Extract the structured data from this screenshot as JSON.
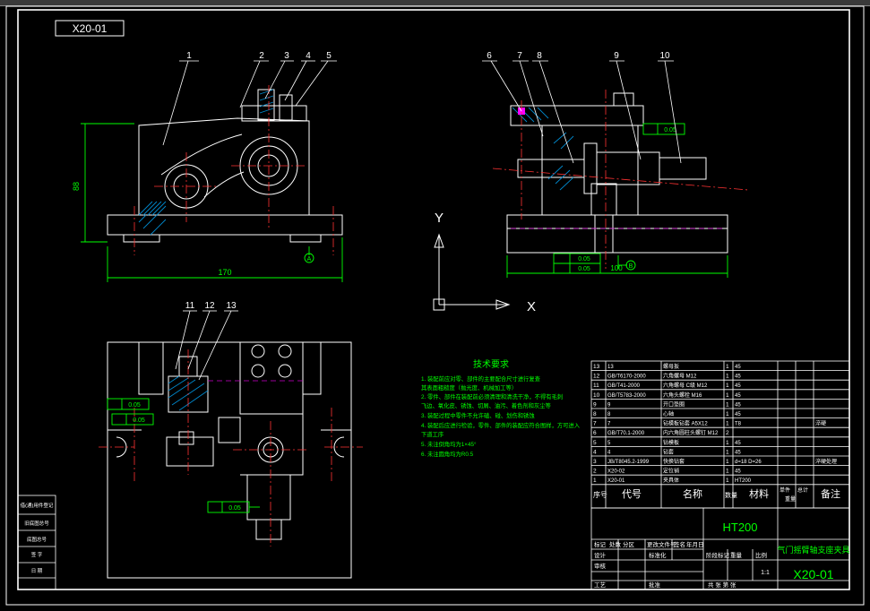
{
  "drawing": {
    "code_tag": "X20-01",
    "code_bottom": "X20-01",
    "title": "气门摇臂轴支座夹具",
    "material": "HT200",
    "scale": "1:1"
  },
  "balloons": [
    "1",
    "2",
    "3",
    "4",
    "5",
    "6",
    "7",
    "8",
    "9",
    "10",
    "11",
    "12",
    "13"
  ],
  "dimensions": {
    "height_left": "88",
    "width_left": "170",
    "width_right": "100",
    "flatness_val_1": "0.05",
    "flatness_val_2": "0.05",
    "tol_1": "0.05",
    "tol_2": "0.05",
    "tol_3": "0.05",
    "tol_4": "0.05",
    "datum_a": "A",
    "datum_b": "B"
  },
  "axes": {
    "y": "Y",
    "x": "X"
  },
  "tech": {
    "heading": "技术要求",
    "lines": [
      "1. 装配前应对零、部件的主要配合尺寸进行复查",
      "   其表面粗糙度（抛光度、机械加工等）",
      "2. 零件、部件在装配前必须清理和清洗干净，不得有毛刺",
      "   飞边、氧化皮、锈蚀、切屑、油污、着色剂和灰尘等",
      "3. 装配过程中零件不允许磕、碰、划伤和锈蚀",
      "4. 装配后应进行检验，零件、部件的装配应符合图样，方可进入",
      "   下道工序",
      "5. 未注倒角均为1×45°",
      "6. 未注圆角均为R0.5"
    ]
  },
  "bom": {
    "rows": [
      {
        "no": "13",
        "code": "13",
        "name": "螺母扳",
        "qty": "1",
        "mat": "45",
        "note": ""
      },
      {
        "no": "12",
        "code": "GB/T6170-2000",
        "name": "六角螺母 M12",
        "qty": "1",
        "mat": "45",
        "note": ""
      },
      {
        "no": "11",
        "code": "GB/T41-2000",
        "name": "六角螺母 C级 M12",
        "qty": "1",
        "mat": "45",
        "note": ""
      },
      {
        "no": "10",
        "code": "GB/T5783-2000",
        "name": "六角头螺栓 M16",
        "qty": "1",
        "mat": "45",
        "note": ""
      },
      {
        "no": "9",
        "code": "9",
        "name": "开口垫圈",
        "qty": "1",
        "mat": "45",
        "note": ""
      },
      {
        "no": "8",
        "code": "8",
        "name": "心轴",
        "qty": "1",
        "mat": "45",
        "note": ""
      },
      {
        "no": "7",
        "code": "7",
        "name": "钻模板钻套 A5X12",
        "qty": "1",
        "mat": "T8",
        "note": "淬硬"
      },
      {
        "no": "6",
        "code": "GB/T70.1-2000",
        "name": "内六角圆柱头螺钉 M12",
        "qty": "2",
        "mat": "",
        "note": ""
      },
      {
        "no": "5",
        "code": "5",
        "name": "钻模板",
        "qty": "1",
        "mat": "45",
        "note": ""
      },
      {
        "no": "4",
        "code": "4",
        "name": "钻套",
        "qty": "1",
        "mat": "45",
        "note": ""
      },
      {
        "no": "3",
        "code": "JB/T8045.2-1999",
        "name": "快换钻套",
        "qty": "1",
        "mat": "d=18 D=26",
        "note": "淬硬处理"
      },
      {
        "no": "2",
        "code": "X20-02",
        "name": "定位销",
        "qty": "1",
        "mat": "45",
        "note": ""
      },
      {
        "no": "1",
        "code": "X20-01",
        "name": "夹具体",
        "qty": "1",
        "mat": "HT200",
        "note": ""
      }
    ],
    "header": {
      "no": "序号",
      "code": "代号",
      "name": "名称",
      "qty": "数量",
      "mat": "材料",
      "unit": "单件",
      "total": "总计",
      "weight": "重量",
      "note": "备注"
    }
  },
  "titleblock": {
    "r1": "标记",
    "r2": "处数",
    "r3": "分区",
    "r4": "更改文件号",
    "r5": "签名",
    "r6": "年月日",
    "design": "设计",
    "standard": "标准化",
    "review": "审核",
    "process": "工艺",
    "approve": "批准",
    "stage": "阶段标记",
    "weight": "重量",
    "ratio": "比例",
    "sheets": "共 张 第 张"
  },
  "side_block": [
    "借(通)用件登记",
    "旧底图总号",
    "底图总号",
    "签 字",
    "日 期"
  ]
}
